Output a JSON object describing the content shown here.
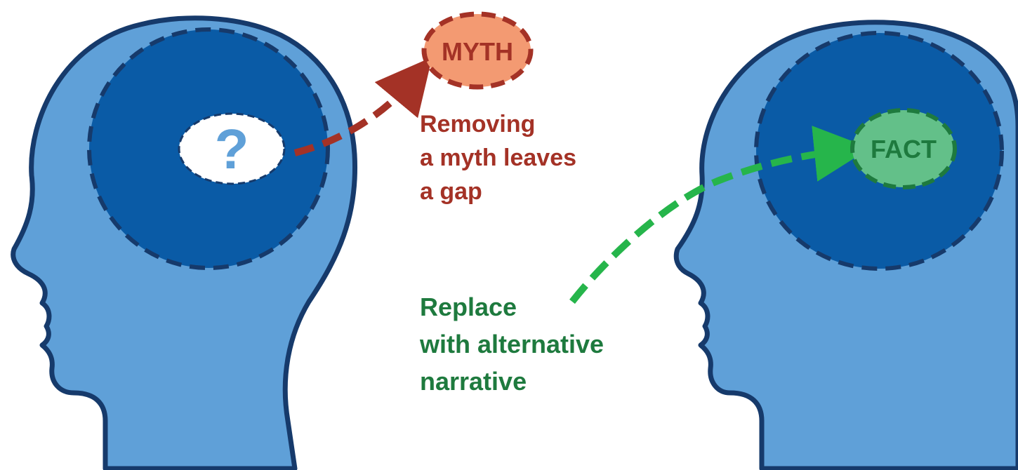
{
  "colors": {
    "background": "#ffffff",
    "head_fill": "#5fa0d8",
    "head_outline": "#163a6b",
    "brain_fill": "#0a5ba6",
    "brain_outline": "#163a6b",
    "gap_fill": "#ffffff",
    "question_mark": "#5fa0d8",
    "myth_fill": "#f39a72",
    "myth_outline": "#a43226",
    "myth_text": "#a43226",
    "myth_arrow": "#a43226",
    "fact_fill": "#63c089",
    "fact_outline": "#1e7a3e",
    "fact_text": "#1e7a3e",
    "fact_arrow": "#26b54b",
    "caption_myth": "#a43226",
    "caption_fact": "#1e7a3e"
  },
  "left_head": {
    "gap_symbol": "?"
  },
  "myth_bubble": {
    "label": "MYTH"
  },
  "myth_caption": {
    "lines": [
      "Removing",
      "a myth leaves",
      "a gap"
    ]
  },
  "fact_caption": {
    "lines": [
      "Replace",
      "with alternative",
      "narrative"
    ]
  },
  "right_head": {
    "fact_label": "FACT"
  },
  "icons": {
    "left_head": "human-head-profile-icon",
    "right_head": "human-head-profile-icon",
    "myth_arrow": "dashed-arrow-icon",
    "fact_arrow": "dashed-arrow-icon"
  }
}
